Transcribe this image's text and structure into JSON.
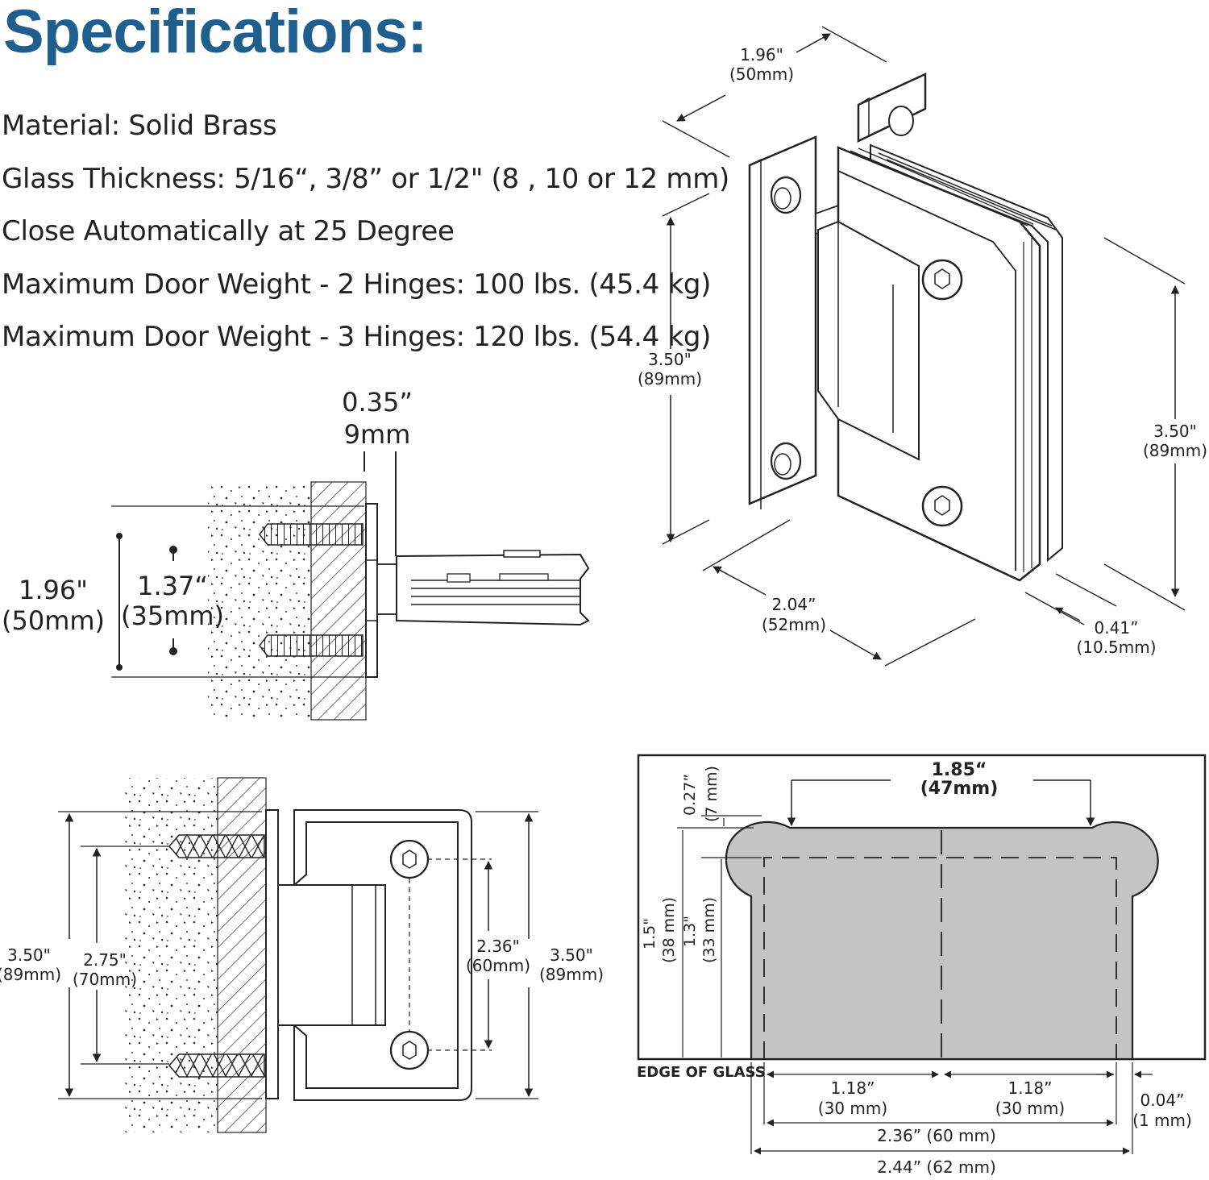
{
  "header": {
    "title": "Specifications:"
  },
  "specs": [
    "Material: Solid Brass",
    "Glass Thickness: 5/16“, 3/8” or 1/2\" (8 , 10 or 12 mm)",
    "Close Automatically at 25 Degree",
    "Maximum Door Weight - 2 Hinges: 100 lbs. (45.4 kg)",
    "Maximum Door Weight - 3 Hinges: 120 lbs. (54.4 kg)"
  ],
  "side_section": {
    "plate_thickness": [
      "0.35”",
      "9mm"
    ],
    "plate_height": [
      "1.96\"",
      "(50mm)"
    ],
    "screw_spacing": [
      "1.37“",
      "(35mm)"
    ]
  },
  "isometric": {
    "depth": [
      "1.96\"",
      "(50mm)"
    ],
    "left_height": [
      "3.50\"",
      "(89mm)"
    ],
    "right_height": [
      "3.50\"",
      "(89mm)"
    ],
    "width": [
      "2.04”",
      "(52mm)"
    ],
    "gap": [
      "0.41”",
      "(10.5mm)"
    ]
  },
  "front_view": {
    "outer_height": [
      "3.50\"",
      "(89mm)"
    ],
    "screw_spacing": [
      "2.75\"",
      "(70mm)"
    ],
    "bolt_spacing": [
      "2.36\"",
      "(60mm)"
    ],
    "clamp_height": [
      "3.50\"",
      "(89mm)"
    ]
  },
  "cutout": {
    "top_width": [
      "1.85“",
      "(47mm)"
    ],
    "corner_radius": [
      "0.27”",
      "(7 mm)"
    ],
    "height_1": [
      "1.5\"",
      "(38 mm)"
    ],
    "height_2": [
      "1.3\"",
      "(33 mm)"
    ],
    "edge_label": "EDGE OF GLASS",
    "half_left": [
      "1.18”",
      "(30 mm)"
    ],
    "half_right": [
      "1.18”",
      "(30 mm)"
    ],
    "offset": [
      "0.04”",
      "(1 mm)"
    ],
    "inner_width": "2.36” (60 mm)",
    "outer_width": "2.44” (62 mm)"
  }
}
